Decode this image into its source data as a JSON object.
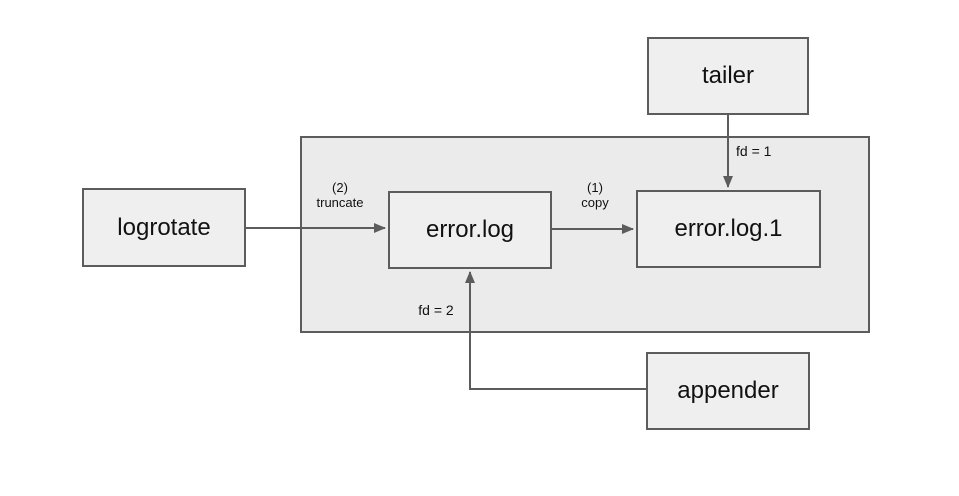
{
  "diagram": {
    "background_color": "#ffffff",
    "node_fill": "#efefef",
    "container_fill": "#ebebeb",
    "stroke_color": "#5c5c5c",
    "text_color": "#111111",
    "nodes": {
      "tailer": {
        "label": "tailer"
      },
      "logrotate": {
        "label": "logrotate"
      },
      "error_log": {
        "label": "error.log"
      },
      "error_log_1": {
        "label": "error.log.1"
      },
      "appender": {
        "label": "appender"
      }
    },
    "edges": {
      "truncate": {
        "step": "(2)",
        "action": "truncate"
      },
      "copy": {
        "step": "(1)",
        "action": "copy"
      },
      "fd1": {
        "label": "fd = 1"
      },
      "fd2": {
        "label": "fd = 2"
      }
    }
  }
}
